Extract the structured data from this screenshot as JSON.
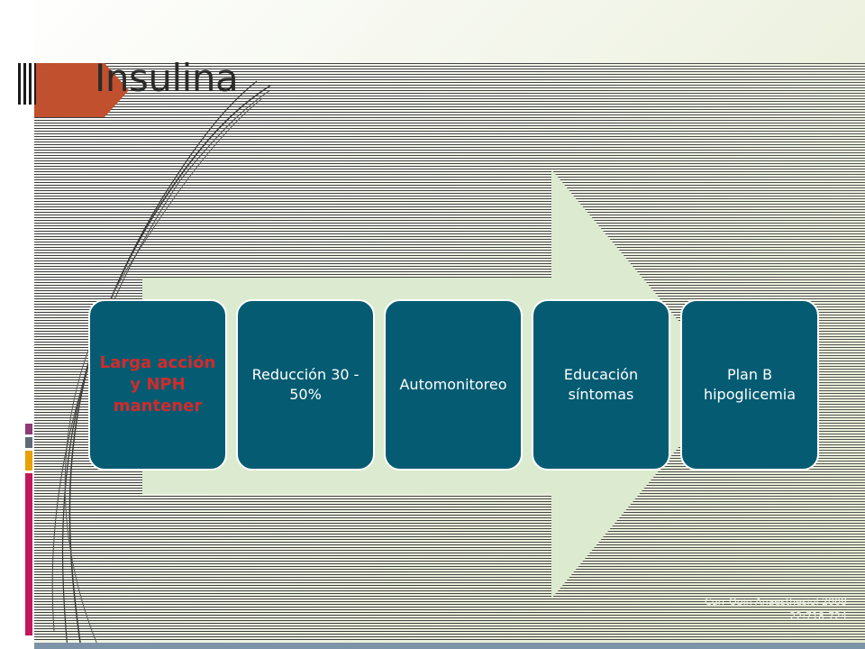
{
  "slide": {
    "title": "Insulina",
    "citation": {
      "line1": "Curr Opin Anaesthesiol 2008",
      "line2": "22:718-724"
    }
  },
  "diagram": {
    "nodes": [
      {
        "label": "Larga acción y NPH mantener",
        "emphasis": true
      },
      {
        "label": "Reducción 30  - 50%",
        "emphasis": false
      },
      {
        "label": "Automonitoreo",
        "emphasis": false
      },
      {
        "label": "Educación síntomas",
        "emphasis": false
      },
      {
        "label": "Plan B hipoglicemia",
        "emphasis": false
      }
    ]
  },
  "colors": {
    "node_fill": "#055c72",
    "arrow_fill": "#dcebd0",
    "title_tab": "#c0502e",
    "emphasis_text": "#d42a2a",
    "accent_blocks": [
      "#8d3b74",
      "#5f6a78",
      "#e7a100",
      "#c2185b",
      "#c2185b"
    ]
  }
}
